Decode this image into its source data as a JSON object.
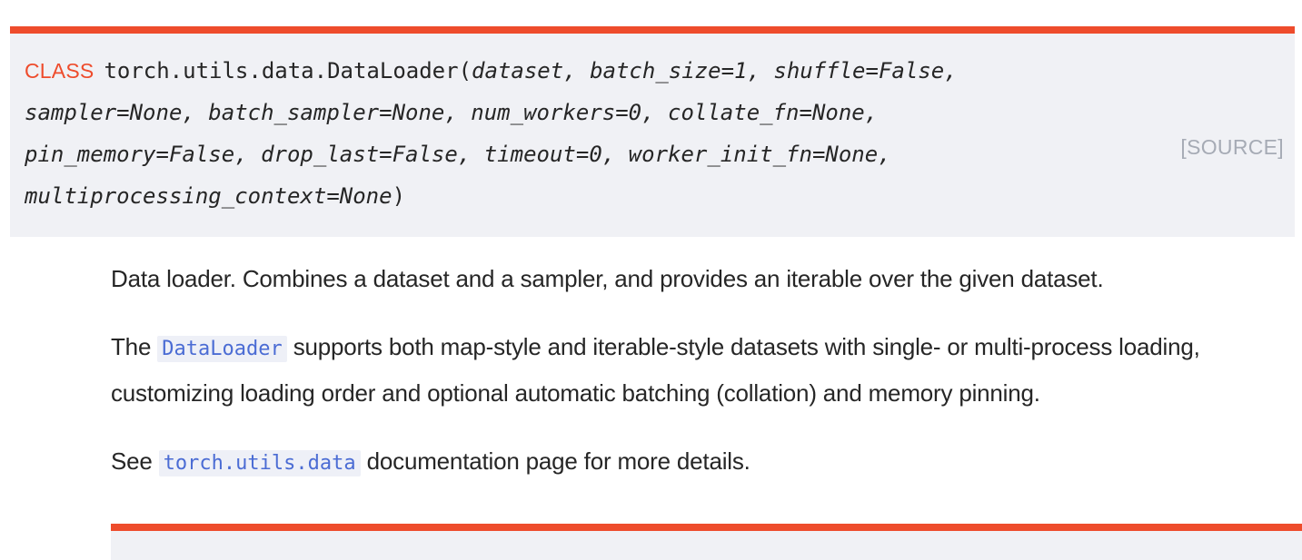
{
  "theme": {
    "accent_color": "#ee4c2c",
    "block_background": "#f0f1f5",
    "text_color": "#262626",
    "code_color": "#4b6cd4",
    "code_background": "#eef0f7",
    "source_link_color": "#a6abb5",
    "page_background": "#ffffff"
  },
  "signature": {
    "keyword": "CLASS",
    "qualified_name": "torch.utils.data.DataLoader",
    "open_paren": "(",
    "params": "dataset, batch_size=1, shuffle=False, sampler=None, batch_sampler=None, num_workers=0, collate_fn=None, pin_memory=False, drop_last=False, timeout=0, worker_init_fn=None, multiprocessing_context=None",
    "close_paren": ")",
    "parameters": [
      "dataset",
      "batch_size=1",
      "shuffle=False",
      "sampler=None",
      "batch_sampler=None",
      "num_workers=0",
      "collate_fn=None",
      "pin_memory=False",
      "drop_last=False",
      "timeout=0",
      "worker_init_fn=None",
      "multiprocessing_context=None"
    ],
    "source_link_label": "[SOURCE]"
  },
  "description": {
    "paragraph_1": "Data loader. Combines a dataset and a sampler, and provides an iterable over the given dataset.",
    "paragraph_2": {
      "before_code": "The ",
      "code": "DataLoader",
      "after_code": " supports both map-style and iterable-style datasets with single- or multi-process loading, customizing loading order and optional automatic batching (collation) and memory pinning."
    },
    "paragraph_3": {
      "before_code": "See ",
      "code": "torch.utils.data",
      "after_code": " documentation page for more details."
    }
  }
}
